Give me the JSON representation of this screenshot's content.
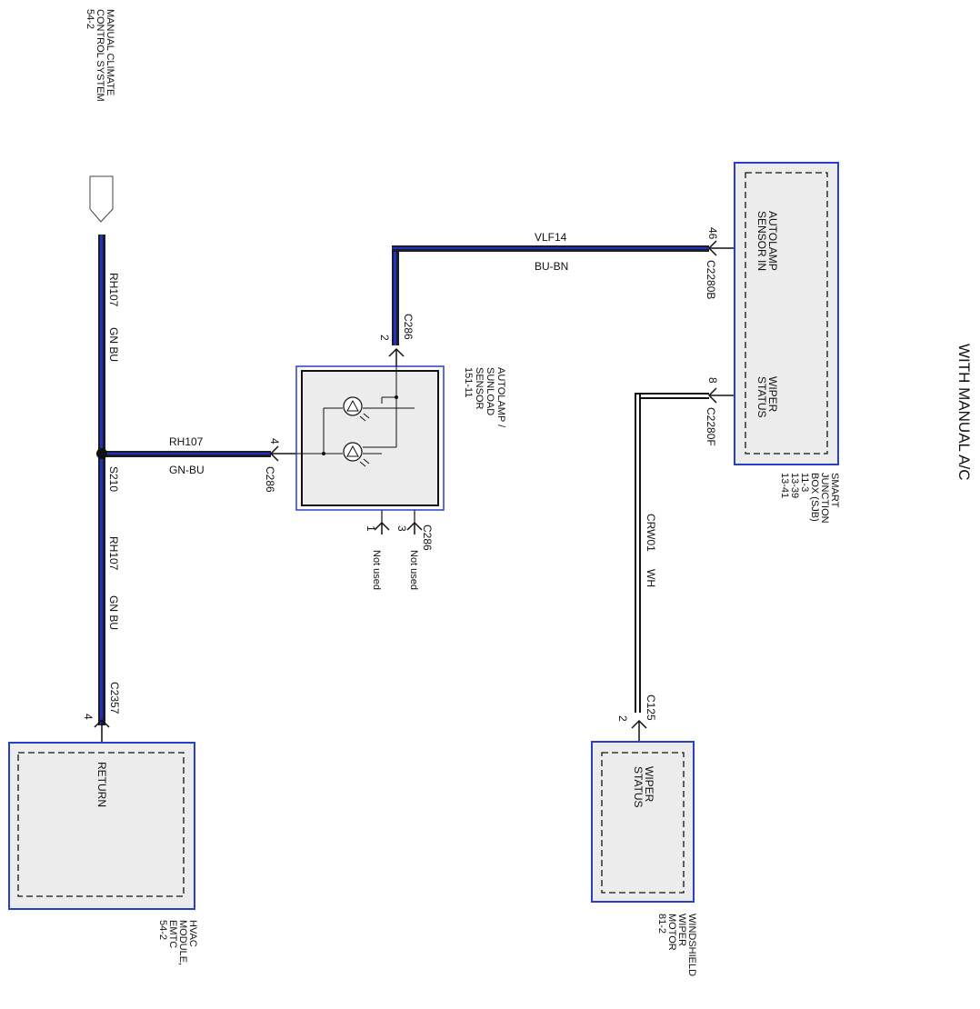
{
  "title": "WITH MANUAL A/C",
  "colors": {
    "wire_dark": "#1b1b2a",
    "wire_blue": "#2233bb",
    "box_border": "#2a3fc9",
    "box_fill": "#ececec",
    "white_wire": "#ffffff"
  },
  "references": {
    "manual_climate": [
      "MANUAL CLIMATE",
      "CONTROL SYSTEM",
      "54-2"
    ],
    "hvac_module": [
      "HVAC",
      "MODULE,",
      "EMTC",
      "54-2"
    ],
    "autolamp_sensor": [
      "AUTOLAMP /",
      "SUNLOAD",
      "SENSOR",
      "151-11"
    ],
    "sjb": [
      "SMART",
      "JUNCTION",
      "BOX (SJB)",
      "11-3",
      "13-39",
      "13-41"
    ],
    "wiper_motor": [
      "WINDSHIELD",
      "WIPER",
      "MOTOR",
      "81-2"
    ]
  },
  "wires": {
    "rh107_top": {
      "circuit": "RH107",
      "color": "GN BU"
    },
    "rh107_mid": {
      "circuit": "RH107",
      "color": "GN-BU"
    },
    "rh107_bottom": {
      "circuit": "RH107",
      "color": "GN BU"
    },
    "vlf14": {
      "circuit": "VLF14",
      "color": "BU-BN"
    },
    "crw01": {
      "circuit": "CRW01",
      "color": "WH"
    }
  },
  "splice": "S210",
  "connectors": {
    "c2357": {
      "name": "C2357",
      "pin": "4"
    },
    "c286_pin4": {
      "name": "C286",
      "pin": "4"
    },
    "c286_pin2": {
      "name": "C286",
      "pin": "2"
    },
    "c286_pins13": {
      "name": "C286",
      "pin1": "1",
      "pin3": "3"
    },
    "c2280b": {
      "name": "C2280B",
      "pin": "46"
    },
    "c2280f": {
      "name": "C2280F",
      "pin": "8"
    },
    "c125": {
      "name": "C125",
      "pin": "2"
    }
  },
  "pins": {
    "hvac_return": "RETURN",
    "sjb_autolamp": [
      "AUTOLAMP",
      "SENSOR IN"
    ],
    "sjb_wiper": [
      "WIPER",
      "STATUS"
    ],
    "motor_wiper": [
      "WIPER",
      "STATUS"
    ]
  },
  "not_used": "Not used"
}
